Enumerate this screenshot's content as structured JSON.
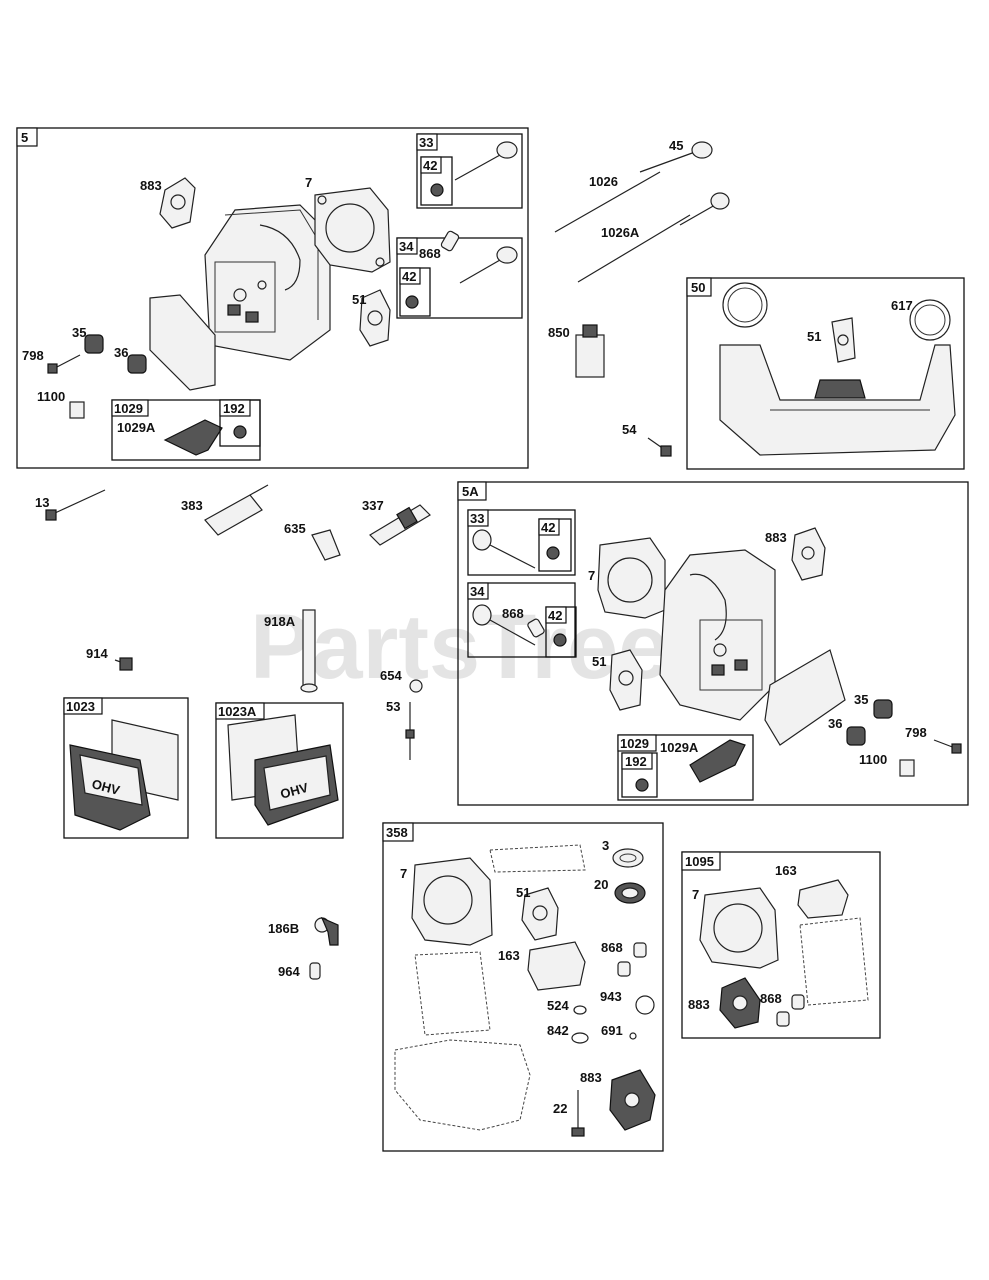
{
  "watermark": "PartsTree",
  "groups": {
    "g5": "5",
    "g33": "33",
    "g42a": "42",
    "g34": "34",
    "g42b": "42",
    "g1029": "1029",
    "g192": "192",
    "g50": "50",
    "g5A": "5A",
    "g33b": "33",
    "g42c": "42",
    "g34b": "34",
    "g42d": "42",
    "g1029b": "1029",
    "g192b": "192",
    "g1023": "1023",
    "g1023A": "1023A",
    "g358": "358",
    "g1095": "1095"
  },
  "labels": {
    "l883a": "883",
    "l7a": "7",
    "l868a": "868",
    "l51a": "51",
    "l35a": "35",
    "l798a": "798",
    "l36a": "36",
    "l1100a": "1100",
    "l1029Aa": "1029A",
    "l45": "45",
    "l1026": "1026",
    "l1026A": "1026A",
    "l850": "850",
    "l51b": "51",
    "l617": "617",
    "l54": "54",
    "l13": "13",
    "l383": "383",
    "l337": "337",
    "l635": "635",
    "l918A": "918A",
    "l914": "914",
    "l654": "654",
    "l53": "53",
    "l883b": "883",
    "l7b": "7",
    "l868b": "868",
    "l51c": "51",
    "l35b": "35",
    "l36b": "36",
    "l798b": "798",
    "l1100b": "1100",
    "l1029Ab": "1029A",
    "l186B": "186B",
    "l964": "964",
    "l7c": "7",
    "l3": "3",
    "l20": "20",
    "l51d": "51",
    "l163a": "163",
    "l868c": "868",
    "l524": "524",
    "l943": "943",
    "l842": "842",
    "l691": "691",
    "l883c": "883",
    "l22": "22",
    "l7d": "7",
    "l163b": "163",
    "l883d": "883",
    "l868d": "868"
  },
  "texts": {
    "ohv": "OHV"
  }
}
